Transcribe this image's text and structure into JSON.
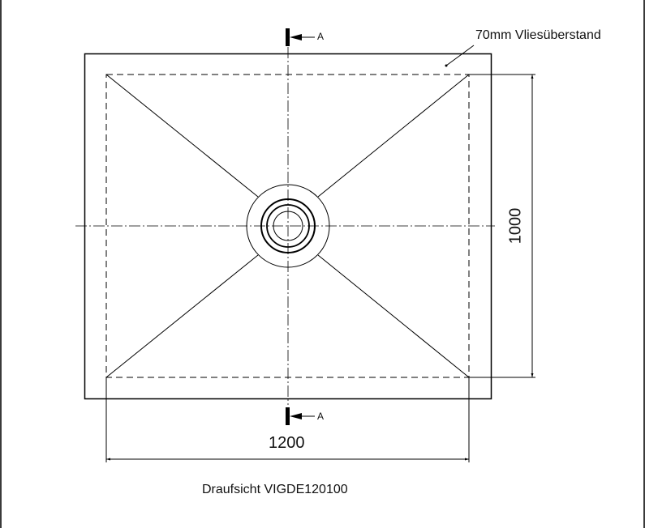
{
  "drawing": {
    "caption": "Draufsicht VIGDE120100",
    "annotation_note": "70mm Vliesüberstand",
    "section_marker_label": "A",
    "dimensions": {
      "width": "1200",
      "height": "1000"
    },
    "colors": {
      "line": "#000000",
      "background": "#ffffff",
      "frame": "#3a3a3a"
    }
  }
}
